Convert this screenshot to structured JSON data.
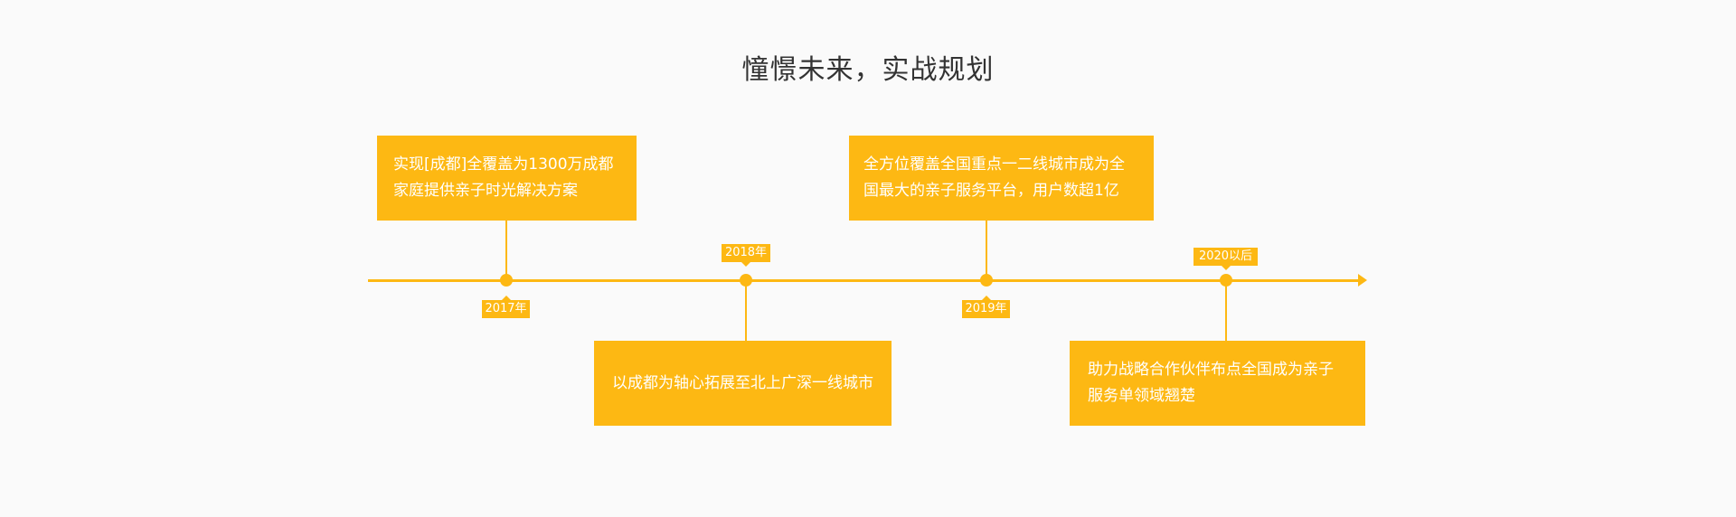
{
  "page_title": "憧憬未来，实战规划",
  "accent_color": "#fdb813",
  "text_color": "#333333",
  "timeline": {
    "milestones": [
      {
        "date": "2017年",
        "text": "实现[成都]全覆盖为1300万成都\n家庭提供亲子时光解决方案"
      },
      {
        "date": "2018年",
        "text": "以成都为轴心拓展至北上广深一线城市"
      },
      {
        "date": "2019年",
        "text": "全方位覆盖全国重点一二线城市成为全\n国最大的亲子服务平台，用户数超1亿"
      },
      {
        "date": "2020以后",
        "text": "助力战略合作伙伴布点全国成为亲子\n服务单领域翘楚"
      }
    ]
  }
}
